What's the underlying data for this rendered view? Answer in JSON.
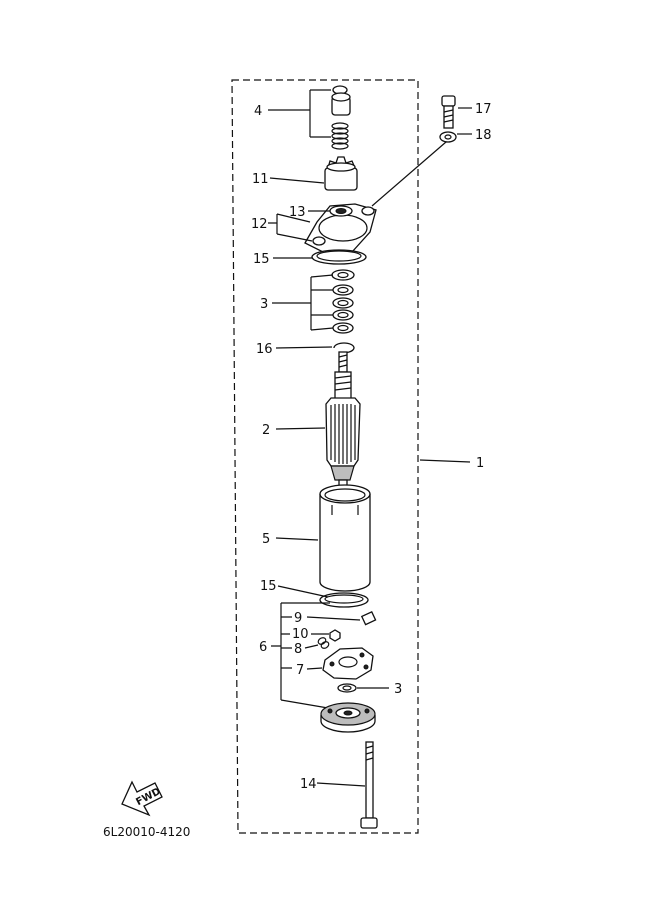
{
  "diagram_code": "6L20010-4120",
  "fwd_label": "FWD",
  "callouts": {
    "c1": "1",
    "c2": "2",
    "c3a": "3",
    "c3b": "3",
    "c4": "4",
    "c5": "5",
    "c6": "6",
    "c7": "7",
    "c8": "8",
    "c9": "9",
    "c10": "10",
    "c11": "11",
    "c12": "12",
    "c13": "13",
    "c14": "14",
    "c15a": "15",
    "c15b": "15",
    "c16": "16",
    "c17": "17",
    "c18": "18"
  }
}
